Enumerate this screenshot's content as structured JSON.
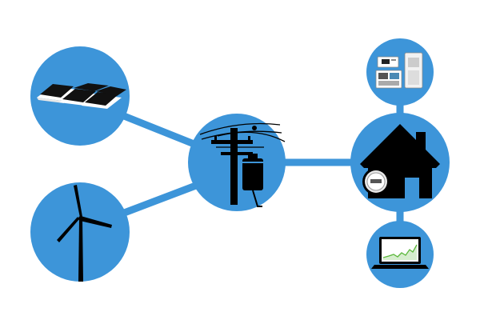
{
  "colors": {
    "node_fill": "#3d95d9",
    "link": "#3d95d9",
    "silhouette": "#000000",
    "background": "#ffffff",
    "chart_line": "#5cb83c"
  },
  "nodes": [
    {
      "id": "solar",
      "icon": "solar-panels-icon"
    },
    {
      "id": "wind",
      "icon": "wind-turbine-icon"
    },
    {
      "id": "grid",
      "icon": "utility-pole-icon"
    },
    {
      "id": "home",
      "icon": "house-with-meter-icon"
    },
    {
      "id": "devices",
      "icon": "smart-home-devices-icon"
    },
    {
      "id": "monitor",
      "icon": "laptop-energy-chart-icon"
    }
  ],
  "links": [
    {
      "from": "solar",
      "to": "grid"
    },
    {
      "from": "wind",
      "to": "grid"
    },
    {
      "from": "grid",
      "to": "home"
    },
    {
      "from": "home",
      "to": "devices"
    },
    {
      "from": "home",
      "to": "monitor"
    }
  ]
}
